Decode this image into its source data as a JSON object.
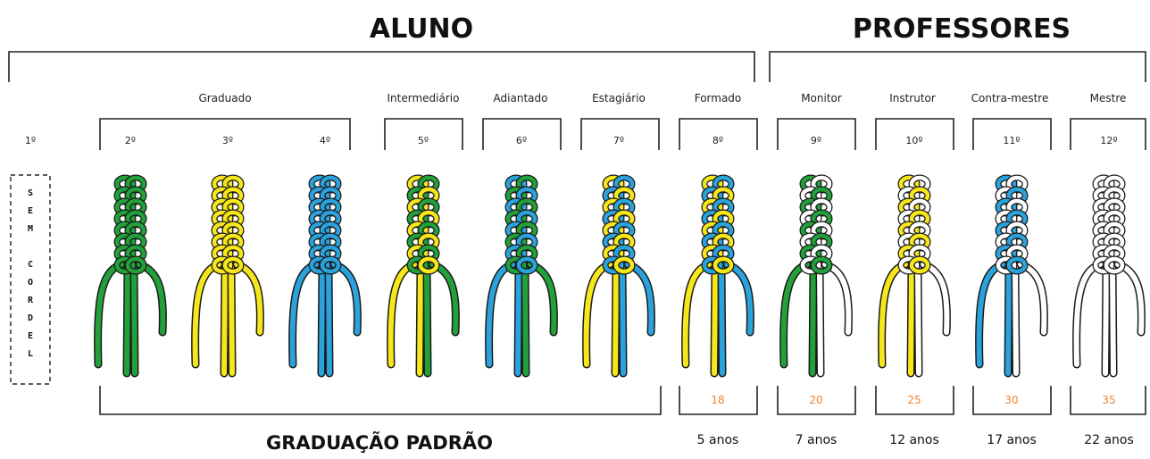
{
  "headers": {
    "aluno": "ALUNO",
    "professores": "PROFESSORES"
  },
  "footer": {
    "graduacao_padrao": "GRADUAÇÃO PADRÃO"
  },
  "no_cord": {
    "text": "SEM CORDEL",
    "letters": [
      "S",
      "E",
      "M",
      "",
      "C",
      "O",
      "R",
      "D",
      "E",
      "L"
    ]
  },
  "colors": {
    "green": "#22a03a",
    "yellow": "#f6e61a",
    "blue": "#2aa2dc",
    "white": "#ffffff",
    "outline": "#1a1a1a",
    "age": "#f5822a"
  },
  "groups": [
    {
      "label": "Graduado"
    },
    {
      "label": "Intermediário"
    },
    {
      "label": "Adiantado"
    },
    {
      "label": "Estagiário"
    },
    {
      "label": "Formado"
    },
    {
      "label": "Monitor"
    },
    {
      "label": "Instrutor"
    },
    {
      "label": "Contra-mestre"
    },
    {
      "label": "Mestre"
    }
  ],
  "levels": [
    {
      "ordinal": "1º"
    },
    {
      "ordinal": "2º",
      "colors": [
        "green",
        "green"
      ]
    },
    {
      "ordinal": "3º",
      "colors": [
        "yellow",
        "yellow"
      ]
    },
    {
      "ordinal": "4º",
      "colors": [
        "blue",
        "blue"
      ]
    },
    {
      "ordinal": "5º",
      "colors": [
        "yellow",
        "green"
      ]
    },
    {
      "ordinal": "6º",
      "colors": [
        "blue",
        "green"
      ]
    },
    {
      "ordinal": "7º",
      "colors": [
        "yellow",
        "blue"
      ]
    },
    {
      "ordinal": "8º",
      "colors": [
        "yellow",
        "blue"
      ],
      "age": "18",
      "years": "5 anos"
    },
    {
      "ordinal": "9º",
      "colors": [
        "green",
        "white"
      ],
      "age": "20",
      "years": "7 anos"
    },
    {
      "ordinal": "10º",
      "colors": [
        "yellow",
        "white"
      ],
      "age": "25",
      "years": "12 anos"
    },
    {
      "ordinal": "11º",
      "colors": [
        "blue",
        "white"
      ],
      "age": "30",
      "years": "17 anos"
    },
    {
      "ordinal": "12º",
      "colors": [
        "white",
        "white"
      ],
      "age": "35",
      "years": "22 anos"
    }
  ]
}
